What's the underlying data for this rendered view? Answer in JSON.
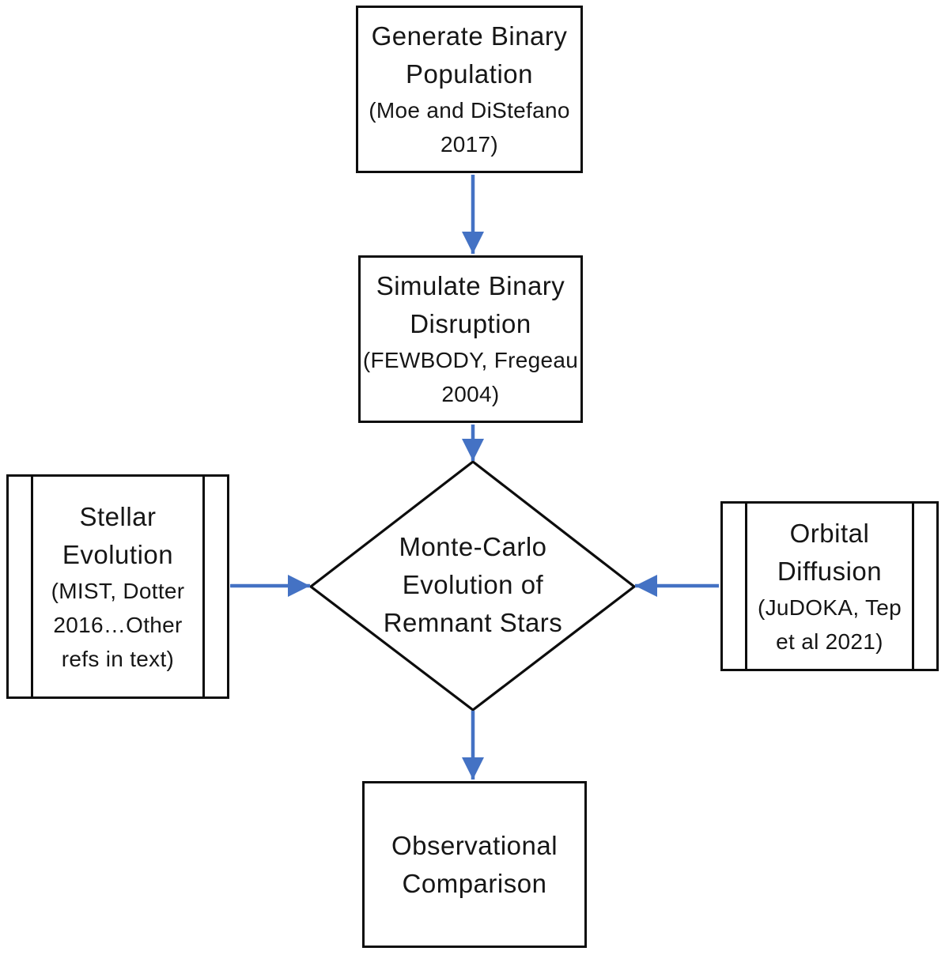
{
  "figure": {
    "type": "flowchart",
    "description": "Simulation pipeline flowchart"
  },
  "colors": {
    "arrow": "#4472c4",
    "shape-border": "#0d0d0d",
    "shape-fill": "#ffffff",
    "text": "#161616"
  },
  "nodes": {
    "generate_binary_population": {
      "shape": "process-box",
      "title": "Generate Binary\nPopulation",
      "subtitle": "(Moe and DiStefano\n2017)"
    },
    "simulate_binary_disruption": {
      "shape": "process-box",
      "title": "Simulate Binary\nDisruption",
      "subtitle": "(FEWBODY, Fregeau\n2004)"
    },
    "stellar_evolution": {
      "shape": "predefined-process-box",
      "title": "Stellar\nEvolution",
      "subtitle": "(MIST, Dotter\n2016…Other\nrefs in text)"
    },
    "monte_carlo_evolution": {
      "shape": "decision-diamond",
      "title": "Monte-Carlo\nEvolution of\nRemnant Stars"
    },
    "orbital_diffusion": {
      "shape": "predefined-process-box",
      "title": "Orbital\nDiffusion",
      "subtitle": "(JuDOKA, Tep\net al 2021)"
    },
    "observational_comparison": {
      "shape": "process-box",
      "title": "Observational\nComparison"
    }
  },
  "edges": [
    {
      "from": "generate_binary_population",
      "to": "simulate_binary_disruption",
      "direction": "down"
    },
    {
      "from": "simulate_binary_disruption",
      "to": "monte_carlo_evolution",
      "direction": "down"
    },
    {
      "from": "stellar_evolution",
      "to": "monte_carlo_evolution",
      "direction": "right"
    },
    {
      "from": "orbital_diffusion",
      "to": "monte_carlo_evolution",
      "direction": "left"
    },
    {
      "from": "monte_carlo_evolution",
      "to": "observational_comparison",
      "direction": "down"
    }
  ]
}
